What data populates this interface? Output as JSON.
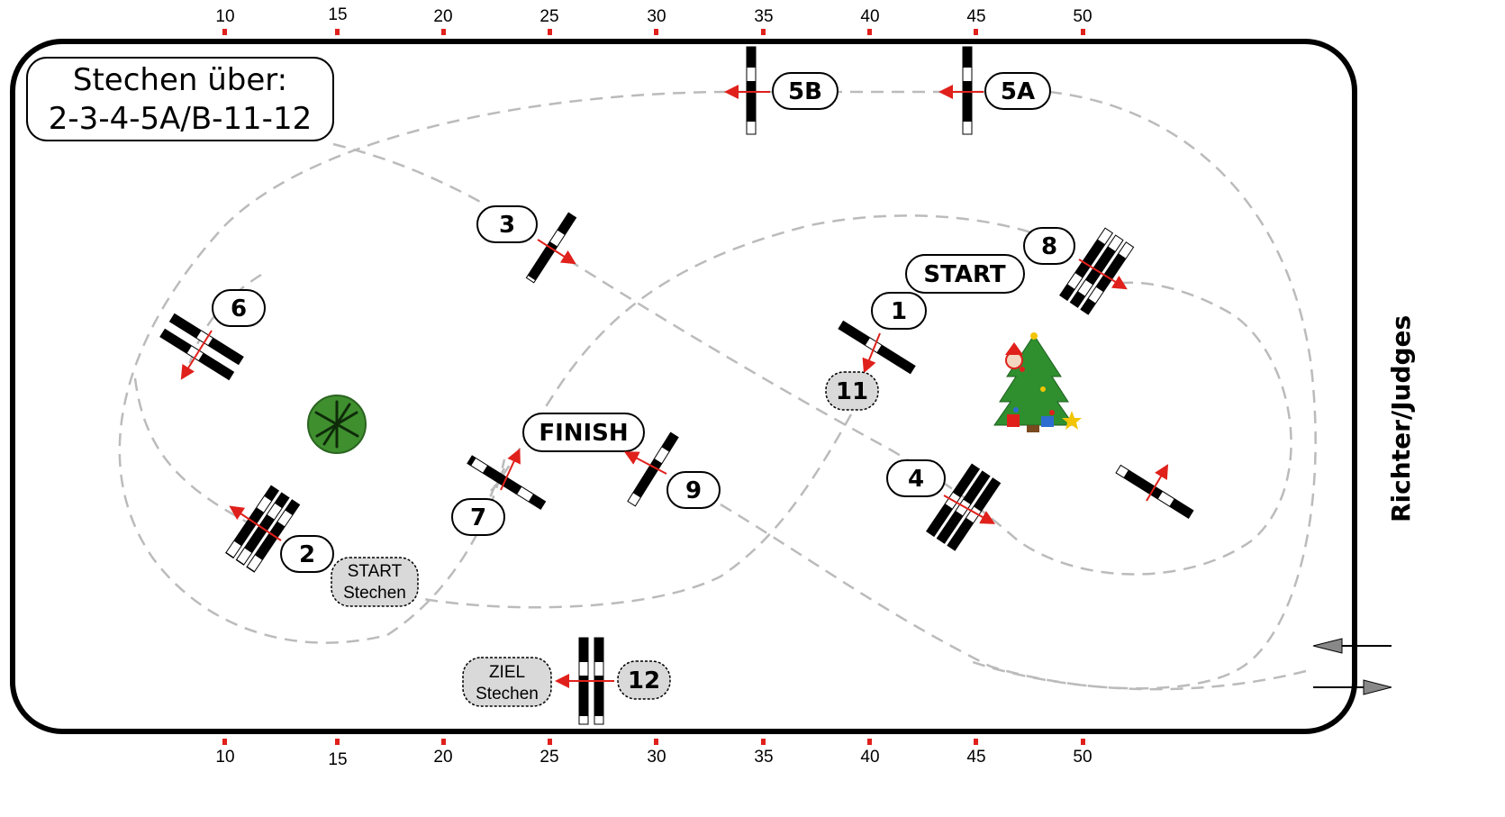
{
  "title": {
    "line1": "Stechen über:",
    "line2": "2-3-4-5A/B-11-12"
  },
  "ruler": {
    "top_labels": [
      "10",
      "15",
      "20",
      "25",
      "30",
      "35",
      "40",
      "45",
      "50"
    ],
    "bottom_labels": [
      "10",
      "15",
      "20",
      "25",
      "30",
      "35",
      "40",
      "45",
      "50"
    ],
    "marker_color": "#e0201b"
  },
  "side_label": "Richter/Judges",
  "obstacles": [
    {
      "id": "1",
      "label": "1"
    },
    {
      "id": "2",
      "label": "2"
    },
    {
      "id": "3",
      "label": "3"
    },
    {
      "id": "4",
      "label": "4"
    },
    {
      "id": "5A",
      "label": "5A"
    },
    {
      "id": "5B",
      "label": "5B"
    },
    {
      "id": "6",
      "label": "6"
    },
    {
      "id": "7",
      "label": "7"
    },
    {
      "id": "8",
      "label": "8"
    },
    {
      "id": "9",
      "label": "9"
    },
    {
      "id": "11",
      "label": "11",
      "jumpoff_only": true
    },
    {
      "id": "12",
      "label": "12",
      "jumpoff_only": true
    }
  ],
  "markers": {
    "start": "START",
    "finish": "FINISH",
    "start_jumpoff": {
      "line1": "START",
      "line2": "Stechen"
    },
    "finish_jumpoff": {
      "line1": "ZIEL",
      "line2": "Stechen"
    }
  },
  "decorations": [
    "plant-icon",
    "christmas-tree-icon"
  ],
  "colors": {
    "arrow": "#e0201b",
    "path": "#bbbbbb",
    "jumpoff_fill": "#d9d9d9",
    "plant_fill": "#3f8f2f"
  }
}
